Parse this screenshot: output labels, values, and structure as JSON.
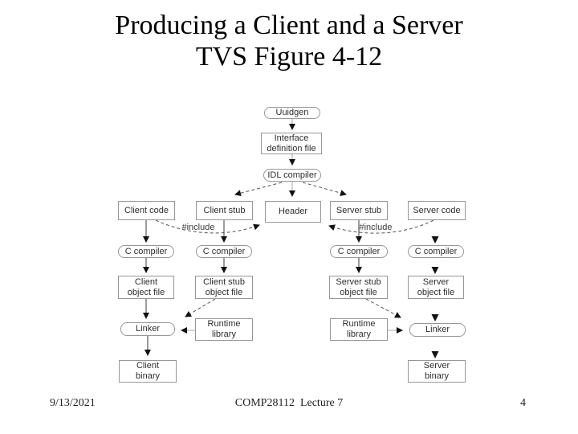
{
  "title": {
    "line1": "Producing a Client and a Server",
    "line2": "TVS Figure 4-12"
  },
  "footer": {
    "date": "9/13/2021",
    "course": "COMP28112  Lecture 7",
    "page_number": "4"
  },
  "colors": {
    "background": "#ffffff",
    "box_border": "#979797",
    "box_text": "#2e2e2e",
    "arrow_head": "#111111",
    "solid_line": "#3a3a3a",
    "faint_line": "#aaaaaa",
    "dashed_line": "#555555"
  },
  "diagram": {
    "include_left": "#include",
    "include_right": "#include",
    "boxes": [
      {
        "id": "uuidgen",
        "label": "Uuidgen",
        "shape": "rounded"
      },
      {
        "id": "interface-definition",
        "label": "Interface\ndefinition file",
        "shape": "rect"
      },
      {
        "id": "idl-compiler",
        "label": "IDL compiler",
        "shape": "rounded"
      },
      {
        "id": "client-code",
        "label": "Client code",
        "shape": "rect"
      },
      {
        "id": "client-stub",
        "label": "Client stub",
        "shape": "rect"
      },
      {
        "id": "header",
        "label": "Header",
        "shape": "rect"
      },
      {
        "id": "server-stub",
        "label": "Server stub",
        "shape": "rect"
      },
      {
        "id": "server-code",
        "label": "Server code",
        "shape": "rect"
      },
      {
        "id": "c-compiler-client",
        "label": "C compiler",
        "shape": "rounded"
      },
      {
        "id": "c-compiler-client-stub",
        "label": "C compiler",
        "shape": "rounded"
      },
      {
        "id": "c-compiler-server-stub",
        "label": "C compiler",
        "shape": "rounded"
      },
      {
        "id": "c-compiler-server",
        "label": "C compiler",
        "shape": "rounded"
      },
      {
        "id": "client-object-file",
        "label": "Client\nobject file",
        "shape": "rect"
      },
      {
        "id": "client-stub-object-file",
        "label": "Client stub\nobject file",
        "shape": "rect"
      },
      {
        "id": "server-stub-object-file",
        "label": "Server stub\nobject file",
        "shape": "rect"
      },
      {
        "id": "server-object-file",
        "label": "Server\nobject file",
        "shape": "rect"
      },
      {
        "id": "linker-client",
        "label": "Linker",
        "shape": "rounded"
      },
      {
        "id": "runtime-library-client",
        "label": "Runtime\nlibrary",
        "shape": "rect"
      },
      {
        "id": "runtime-library-server",
        "label": "Runtime\nlibrary",
        "shape": "rect"
      },
      {
        "id": "linker-server",
        "label": "Linker",
        "shape": "rounded"
      },
      {
        "id": "client-binary",
        "label": "Client\nbinary",
        "shape": "rect"
      },
      {
        "id": "server-binary",
        "label": "Server\nbinary",
        "shape": "rect"
      }
    ]
  }
}
